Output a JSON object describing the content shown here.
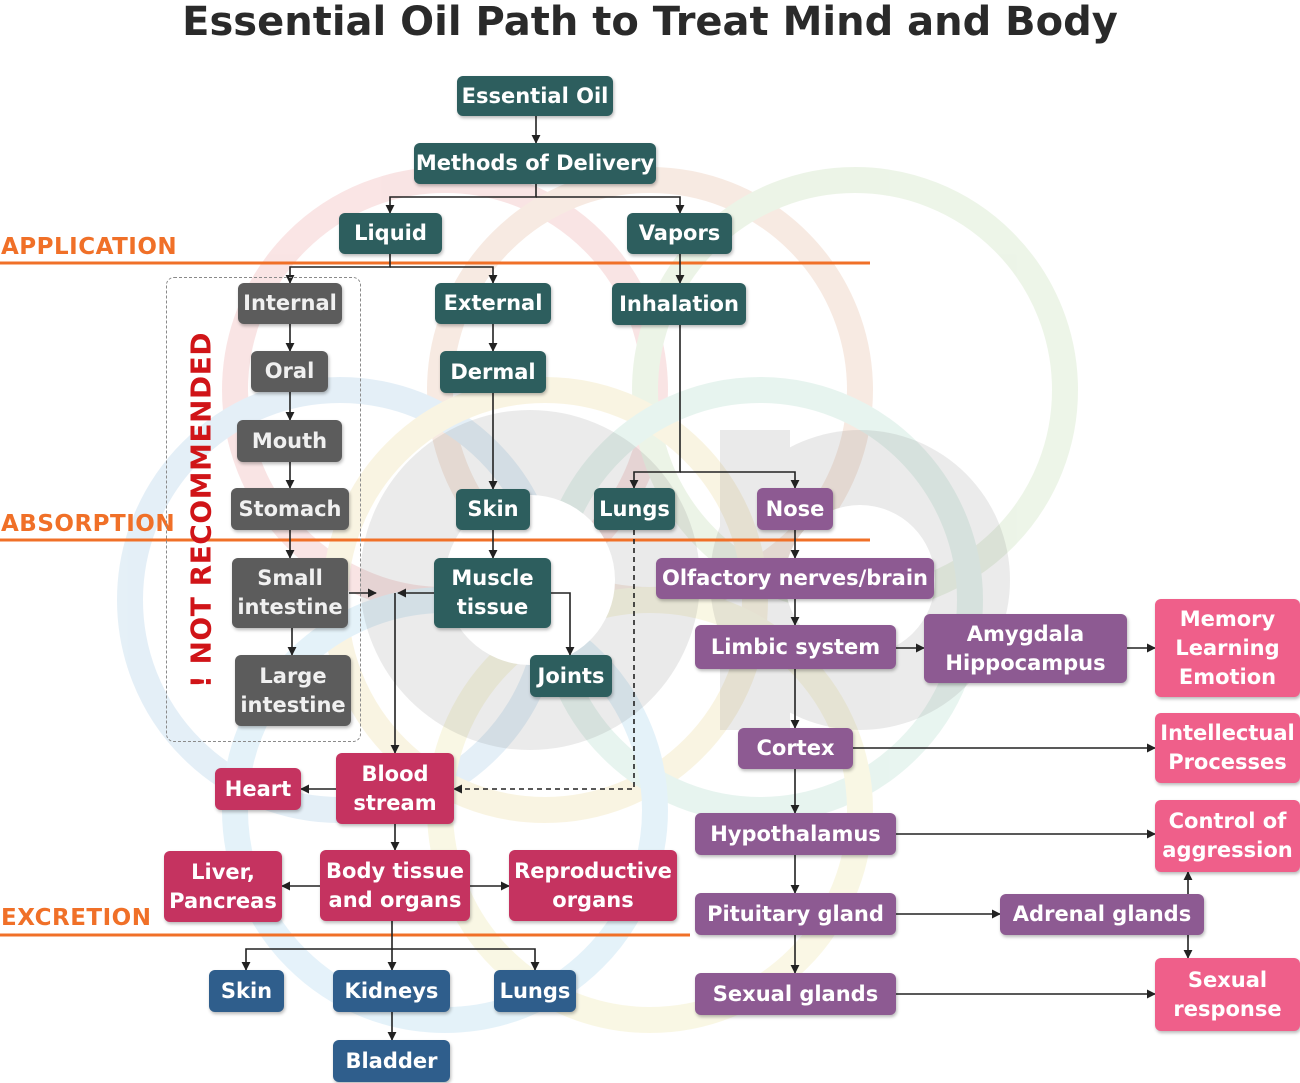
{
  "title": "Essential Oil Path to Treat Mind and Body",
  "phases": {
    "application": "APPLICATION",
    "absorption": "ABSORPTION",
    "excretion": "EXCRETION"
  },
  "warning": "! NOT RECOMMENDED",
  "nodes": {
    "essential_oil": "Essential Oil",
    "methods_of_delivery": "Methods of Delivery",
    "liquid": "Liquid",
    "vapors": "Vapors",
    "internal": "Internal",
    "oral": "Oral",
    "mouth": "Mouth",
    "stomach": "Stomach",
    "small_intestine": "Small\nintestine",
    "large_intestine": "Large\nintestine",
    "external": "External",
    "dermal": "Dermal",
    "skin_absorb": "Skin",
    "muscle_tissue": "Muscle\ntissue",
    "joints": "Joints",
    "inhalation": "Inhalation",
    "lungs_absorb": "Lungs",
    "nose": "Nose",
    "olfactory": "Olfactory nerves/brain",
    "limbic": "Limbic  system",
    "amygdala": "Amygdala\nHippocampus",
    "memory": "Memory\nLearning\nEmotion",
    "cortex": "Cortex",
    "intellectual": "Intellectual\nProcesses",
    "hypothalamus": "Hypothalamus",
    "aggression": "Control of\naggression",
    "pituitary": "Pituitary gland",
    "adrenal": "Adrenal glands",
    "sexual_glands": "Sexual glands",
    "sexual_response": "Sexual\nresponse",
    "blood_stream": "Blood\nstream",
    "heart": "Heart",
    "body_tissue": "Body tissue\nand organs",
    "liver": "Liver,\nPancreas",
    "reproductive": "Reproductive\norgans",
    "skin_excrete": "Skin",
    "kidneys": "Kidneys",
    "lungs_excrete": "Lungs",
    "bladder": "Bladder"
  },
  "colors": {
    "delivery": "#2d5e5e",
    "not_recommended": "#5c5c5c",
    "circulation": "#c53360",
    "brain": "#8d5a92",
    "effects": "#ef5f8a",
    "excretion": "#2f5e8c",
    "phase_line": "#f07028",
    "warning": "#d01418"
  }
}
